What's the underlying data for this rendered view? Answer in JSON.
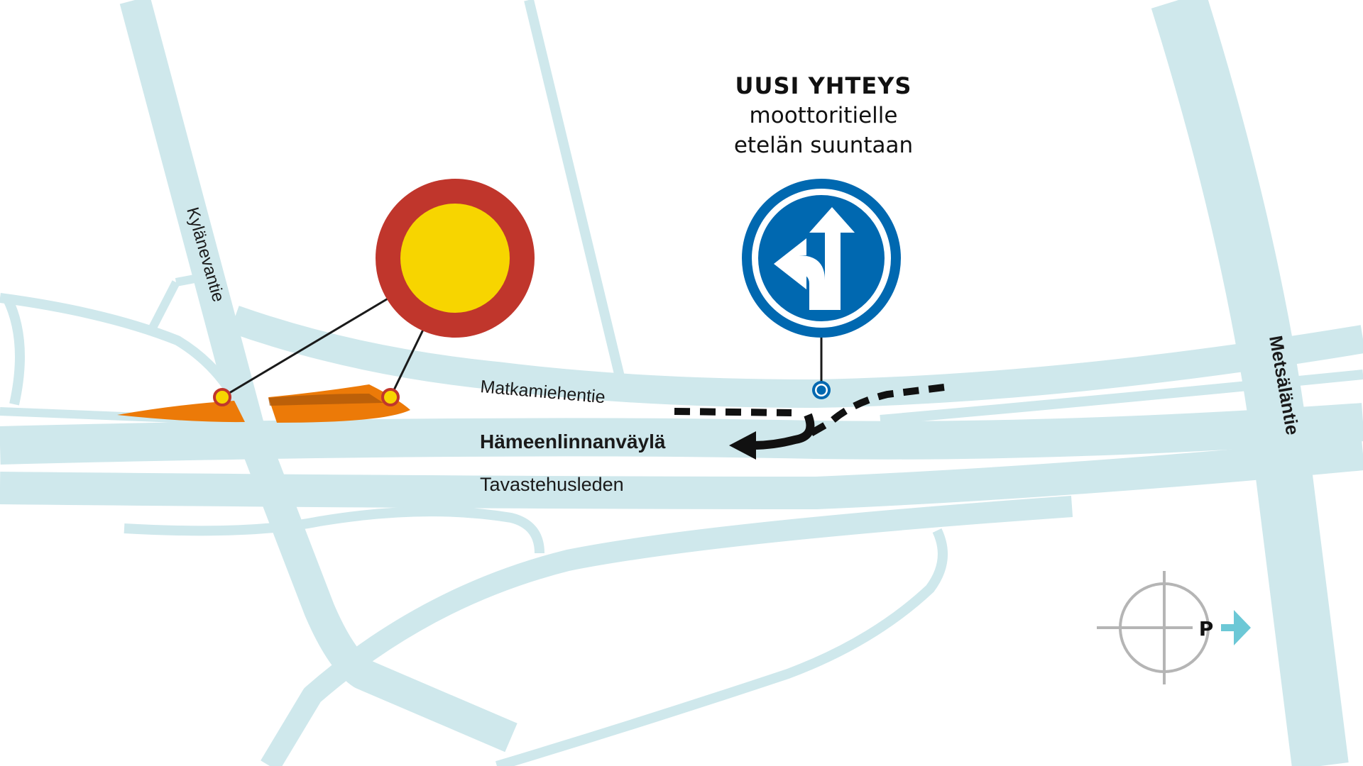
{
  "info": {
    "title": "UUSI YHTEYS",
    "subtitle_line1": "moottoritielle",
    "subtitle_line2": "etelän suuntaan"
  },
  "roads": {
    "kylanevantie": "Kylänevantie",
    "matkamiehentie": "Matkamiehentie",
    "hameenlinnanvayla": "Hämeenlinnanväylä",
    "tavastehusleden": "Tavastehusleden",
    "metsalantie": "Metsäläntie"
  },
  "compass": {
    "letter": "P"
  },
  "colors": {
    "road": "#cfe8ec",
    "closure_area": "#ec7a08",
    "sign_red": "#c0362c",
    "sign_yellow": "#f7d500",
    "sign_blue": "#0068b0",
    "compass_arrow": "#6cc8d6",
    "compass_gray": "#b5b5b5"
  },
  "icons": {
    "closed_sign": "no-vehicles-sign-icon",
    "direction_sign": "straight-or-left-sign-icon",
    "detour": "detour-arrow-icon",
    "compass": "north-compass-icon"
  }
}
